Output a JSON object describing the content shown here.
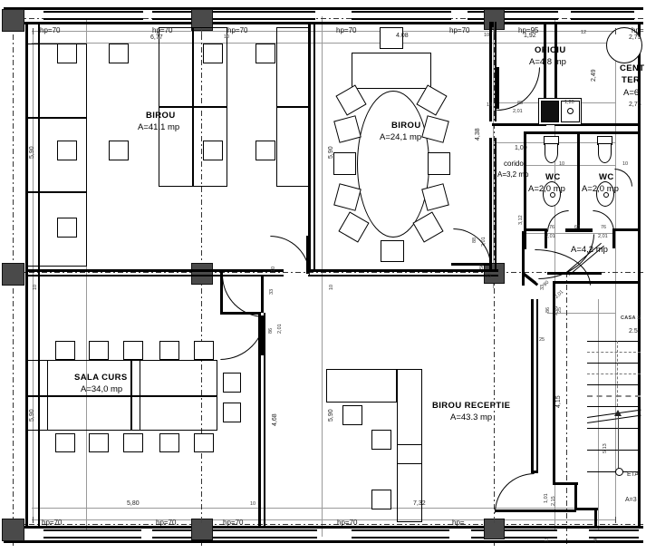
{
  "drawing": {
    "kind": "architectural-floor-plan",
    "language": "ro",
    "units": "m / mp"
  },
  "rooms": [
    {
      "id": "birou-open",
      "name": "BIROU",
      "area": "A=41.1 mp"
    },
    {
      "id": "birou-conf",
      "name": "BIROU",
      "area": "A=24,1 mp"
    },
    {
      "id": "oficiu",
      "name": "OFICIU",
      "area": "A=4,8 mp"
    },
    {
      "id": "centrala",
      "name_line1": "CENT",
      "name_line2": "TER",
      "area": "A=6"
    },
    {
      "id": "coridor",
      "name": "coridor",
      "area": "A=3,2 mp"
    },
    {
      "id": "wc-1",
      "name": "WC",
      "area": "A=2,0 mp"
    },
    {
      "id": "wc-2",
      "name": "WC",
      "area": "A=2,0 mp"
    },
    {
      "id": "antreu-wc",
      "name": "",
      "area": "A=4,2 mp"
    },
    {
      "id": "sala-curs",
      "name": "SALA CURS",
      "area": "A=34,0 mp"
    },
    {
      "id": "birou-receptie",
      "name": "BIROU RECEPTIE",
      "area": "A=43.3 mp"
    },
    {
      "id": "casa-scarii",
      "name": "CASA S",
      "area": "2.5"
    },
    {
      "id": "etaj",
      "name": "ETA",
      "area": "A=3"
    }
  ],
  "window_tags": {
    "top": [
      "hp=70",
      "hp=70",
      "hp=70",
      "hp=70",
      "hp=70",
      "hp=95",
      "hp="
    ],
    "bottom": [
      "hp=70",
      "hp=70",
      "hp=70",
      "hp=70",
      "hp="
    ]
  },
  "dimensions": {
    "left_upper": "5,90",
    "left_lower": "5,90",
    "top_birou_open": "6,77",
    "top_conf_small": "4.08",
    "conf_right_v": "4,38",
    "conf_right_v_sup": "5",
    "bottom_sala": "5,80",
    "bottom_sala_sup": "5",
    "bottom_receptie": "7,32",
    "bottom_receptie_sup": "5",
    "receptie_left_v": "5,90",
    "sala_right_v": "4,68",
    "oficiu_w": "1,92",
    "oficiu_w_lead": "12",
    "oficiu_w_sup": "5",
    "oficiu_h": "2,49",
    "centrala_w1": "2,75",
    "centrala_w2": "2,75",
    "kitchen_w": "1,20",
    "corridor_w": "1,00",
    "corridor_h": "3,12",
    "corridor_h_sup": "5",
    "wc_door_w_1": "76",
    "wc_pier": "63",
    "wc_door_w_2": "76",
    "wc_door_h_1": "2,01",
    "wc_door_h_2": "2,01",
    "wc_top_10_a": "10",
    "wc_top_10_b": "10",
    "door_conf_w": "88",
    "door_conf_w_sup": "5",
    "door_conf_h": "2,01",
    "door_conf_low_w": "88",
    "door_conf_low_h": "2,01",
    "door_conf_low_50": "50",
    "door_oficiu_w": "88",
    "door_oficiu_w_sup": "5",
    "door_oficiu_h": "2,01",
    "door_sala_w": "86",
    "door_sala_w_sup": "5",
    "door_sala_h": "2,01",
    "door_sala_33": "33",
    "door_sala_33_sup": "5",
    "door_sala_10": "10",
    "door_recep_h": "4,15",
    "door_recep_h_sup": "5",
    "door_recep_w": "1,01",
    "door_recep_w2": "2,15",
    "door_recep_15": "15",
    "door_recep_40": "40",
    "stair_25_a": "25",
    "stair_25_b": "25",
    "stair_run": "5,13",
    "stair_run_sup": "5",
    "wall_10_a": "10",
    "wall_10_b": "10",
    "wall_10_c": "10",
    "wall_10_d": "10",
    "wall_10_e": "10",
    "wall_10_f": "10",
    "wall_10_g": "10",
    "wall_10_h": "10",
    "diag_door_a": "80",
    "diag_door_b": "2,01",
    "diag_door_c": "53"
  },
  "colors": {
    "column_fill": "#4a4a4a",
    "wall": "#000000",
    "dim_line": "#9a9a9a",
    "background": "#ffffff"
  }
}
